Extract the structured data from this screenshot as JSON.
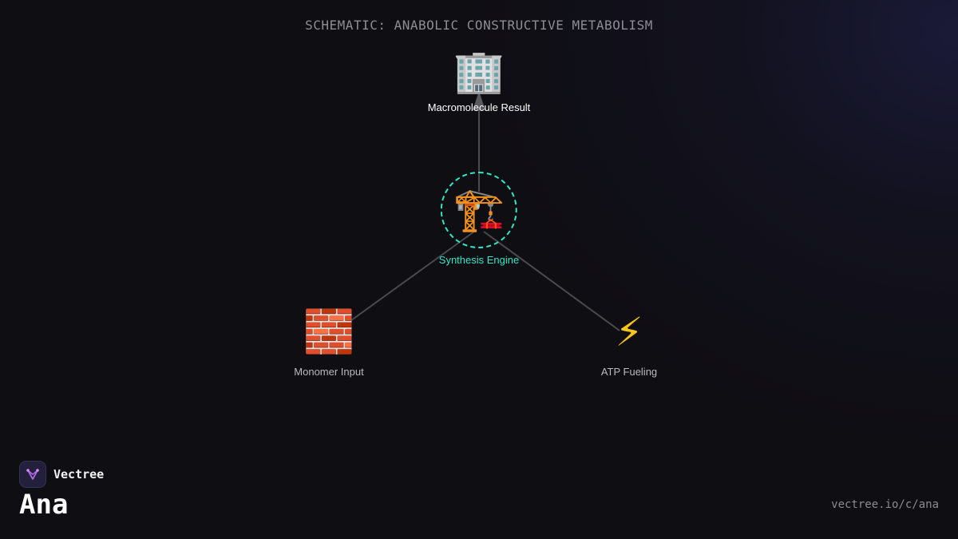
{
  "diagram": {
    "title": "SCHEMATIC: ANABOLIC CONSTRUCTIVE METABOLISM",
    "colors": {
      "background": "#0f0e13",
      "edge": "#4a4a4f",
      "accent": "#2ee6c8",
      "label": "#b9b9be",
      "result_label": "#ffffff"
    },
    "nodes": {
      "result": {
        "icon": "office-building-icon",
        "glyph": "🏢",
        "label": "Macromolecule Result"
      },
      "engine": {
        "icon": "construction-crane-icon",
        "glyph": "🏗️",
        "label": "Synthesis Engine"
      },
      "monomer": {
        "icon": "bricks-icon",
        "glyph": "🧱",
        "label": "Monomer Input"
      },
      "atp": {
        "icon": "lightning-bolt-icon",
        "glyph": "⚡",
        "label": "ATP Fueling"
      }
    },
    "edges": [
      {
        "from": "engine",
        "to": "result",
        "arrow": true
      },
      {
        "from": "monomer",
        "to": "engine",
        "arrow": false
      },
      {
        "from": "atp",
        "to": "engine",
        "arrow": false
      }
    ]
  },
  "branding": {
    "logo_icon": "vectree-logo-icon",
    "brand_name": "Vectree",
    "author": "Ana",
    "url": "vectree.io/c/ana"
  }
}
